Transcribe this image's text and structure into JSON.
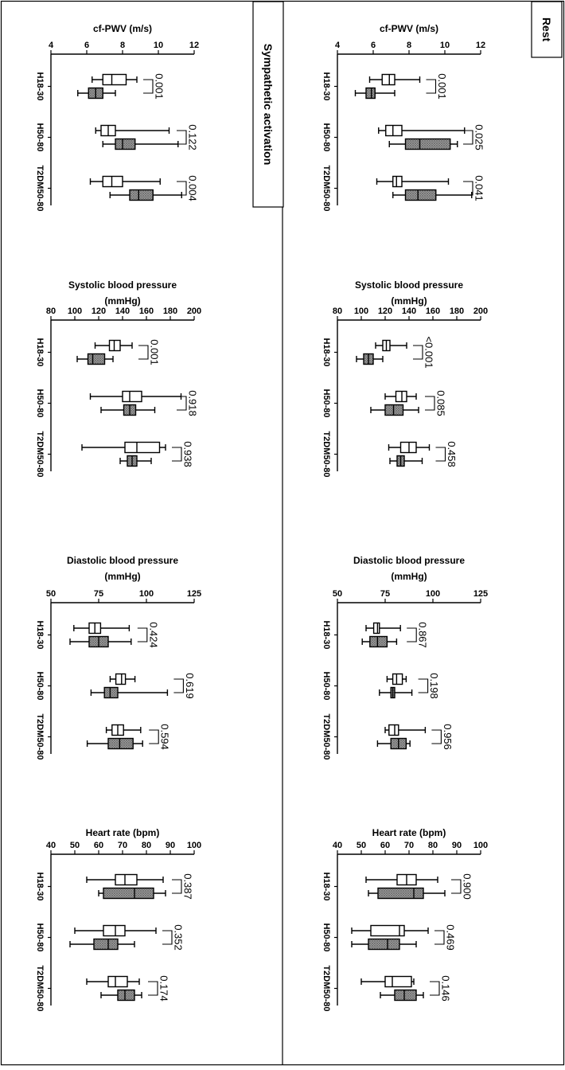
{
  "patterns": {
    "box_fill_light": "#ffffff",
    "box_fill_hatched": "#b0b0b0",
    "line_color": "#000000"
  },
  "chart_data": [
    {
      "type": "box",
      "group": "Rest",
      "title": "cf-PWV (m/s)",
      "ylim": [
        4,
        12
      ],
      "ticks": [
        "4",
        "6",
        "8",
        "10",
        "12"
      ],
      "categories": [
        "H18-30",
        "H50-80",
        "T2DM50-80"
      ],
      "boxes": [
        [
          {
            "min": 5.8,
            "q1": 6.5,
            "median": 6.9,
            "q3": 7.2,
            "max": 8.6,
            "fill": "light"
          },
          {
            "min": 5.0,
            "q1": 5.6,
            "median": 5.9,
            "q3": 6.1,
            "max": 7.2,
            "fill": "hatched"
          }
        ],
        [
          {
            "min": 6.3,
            "q1": 6.7,
            "median": 7.1,
            "q3": 7.6,
            "max": 11.1,
            "fill": "light"
          },
          {
            "min": 6.9,
            "q1": 7.8,
            "median": 8.6,
            "q3": 10.3,
            "max": 10.7,
            "fill": "hatched"
          }
        ],
        [
          {
            "min": 6.2,
            "q1": 7.1,
            "median": 7.3,
            "q3": 7.6,
            "max": 10.2,
            "fill": "light"
          },
          {
            "min": 7.1,
            "q1": 7.8,
            "median": 8.5,
            "q3": 9.5,
            "max": 11.5,
            "fill": "hatched"
          }
        ]
      ],
      "pvalues": [
        "0.001",
        "0.025",
        "0.041"
      ]
    },
    {
      "type": "box",
      "group": "Rest",
      "title": "Systolic blood pressure (mmHg)",
      "ylim": [
        80,
        200
      ],
      "ticks": [
        "80",
        "100",
        "120",
        "140",
        "160",
        "180",
        "200"
      ],
      "categories": [
        "H18-30",
        "H50-80",
        "T2DM50-80"
      ],
      "boxes": [
        [
          {
            "min": 112,
            "q1": 118,
            "median": 121,
            "q3": 124,
            "max": 138,
            "fill": "light"
          },
          {
            "min": 96,
            "q1": 102,
            "median": 106,
            "q3": 110,
            "max": 118,
            "fill": "hatched"
          }
        ],
        [
          {
            "min": 120,
            "q1": 129,
            "median": 134,
            "q3": 138,
            "max": 146,
            "fill": "light"
          },
          {
            "min": 108,
            "q1": 120,
            "median": 127,
            "q3": 135,
            "max": 148,
            "fill": "hatched"
          }
        ],
        [
          {
            "min": 123,
            "q1": 133,
            "median": 140,
            "q3": 146,
            "max": 157,
            "fill": "light"
          },
          {
            "min": 124,
            "q1": 130,
            "median": 133,
            "q3": 136,
            "max": 151,
            "fill": "hatched"
          }
        ]
      ],
      "pvalues": [
        "<0.001",
        "0.085",
        "0.458"
      ]
    },
    {
      "type": "box",
      "group": "Rest",
      "title": "Diastolic blood pressure (mmHg)",
      "ylim": [
        50,
        125
      ],
      "ticks": [
        "50",
        "75",
        "100",
        "125"
      ],
      "categories": [
        "H18-30",
        "H50-80",
        "T2DM50-80"
      ],
      "boxes": [
        [
          {
            "min": 65,
            "q1": 69,
            "median": 71,
            "q3": 72,
            "max": 83,
            "fill": "light"
          },
          {
            "min": 63,
            "q1": 67,
            "median": 71,
            "q3": 76,
            "max": 81,
            "fill": "hatched"
          }
        ],
        [
          {
            "min": 76,
            "q1": 79,
            "median": 81,
            "q3": 84,
            "max": 86,
            "fill": "light"
          },
          {
            "min": 72,
            "q1": 78,
            "median": 79,
            "q3": 80,
            "max": 89,
            "fill": "hatched"
          }
        ],
        [
          {
            "min": 75,
            "q1": 77,
            "median": 80,
            "q3": 82,
            "max": 96,
            "fill": "light"
          },
          {
            "min": 71,
            "q1": 78,
            "median": 82,
            "q3": 86,
            "max": 88,
            "fill": "hatched"
          }
        ]
      ],
      "pvalues": [
        "0.867",
        "0.198",
        "0.956"
      ]
    },
    {
      "type": "box",
      "group": "Rest",
      "title": "Heart rate (bpm)",
      "ylim": [
        40,
        100
      ],
      "ticks": [
        "40",
        "50",
        "60",
        "70",
        "80",
        "90",
        "100"
      ],
      "categories": [
        "H18-30",
        "H50-80",
        "T2DM50-80"
      ],
      "boxes": [
        [
          {
            "min": 52,
            "q1": 65,
            "median": 69,
            "q3": 73,
            "max": 82,
            "fill": "light"
          },
          {
            "min": 53,
            "q1": 57,
            "median": 72,
            "q3": 76,
            "max": 85,
            "fill": "hatched"
          }
        ],
        [
          {
            "min": 46,
            "q1": 54,
            "median": 66,
            "q3": 68,
            "max": 78,
            "fill": "light"
          },
          {
            "min": 46,
            "q1": 53,
            "median": 61,
            "q3": 66,
            "max": 73,
            "fill": "hatched"
          }
        ],
        [
          {
            "min": 50,
            "q1": 60,
            "median": 63,
            "q3": 71,
            "max": 72,
            "fill": "light"
          },
          {
            "min": 58,
            "q1": 64,
            "median": 68,
            "q3": 73,
            "max": 76,
            "fill": "hatched"
          }
        ]
      ],
      "pvalues": [
        "0.900",
        "0.469",
        "0.146"
      ]
    },
    {
      "type": "box",
      "group": "Sympathetic activation",
      "title": "cf-PWV (m/s)",
      "ylim": [
        4,
        12
      ],
      "ticks": [
        "4",
        "6",
        "8",
        "10",
        "12"
      ],
      "categories": [
        "H18-30",
        "H50-80",
        "T2DM50-80"
      ],
      "boxes": [
        [
          {
            "min": 6.3,
            "q1": 6.9,
            "median": 7.4,
            "q3": 8.2,
            "max": 8.8,
            "fill": "light"
          },
          {
            "min": 5.5,
            "q1": 6.1,
            "median": 6.5,
            "q3": 6.9,
            "max": 7.6,
            "fill": "hatched"
          }
        ],
        [
          {
            "min": 6.5,
            "q1": 6.8,
            "median": 7.2,
            "q3": 7.6,
            "max": 10.6,
            "fill": "light"
          },
          {
            "min": 6.9,
            "q1": 7.6,
            "median": 8.0,
            "q3": 8.7,
            "max": 11.1,
            "fill": "hatched"
          }
        ],
        [
          {
            "min": 6.2,
            "q1": 6.9,
            "median": 7.4,
            "q3": 8.0,
            "max": 10.1,
            "fill": "light"
          },
          {
            "min": 7.3,
            "q1": 8.4,
            "median": 8.9,
            "q3": 9.7,
            "max": 11.3,
            "fill": "hatched"
          }
        ]
      ],
      "pvalues": [
        "0.001",
        "0.122",
        "0.004"
      ]
    },
    {
      "type": "box",
      "group": "Sympathetic activation",
      "title": "Systolic blood pressure (mmHg)",
      "ylim": [
        80,
        200
      ],
      "ticks": [
        "80",
        "100",
        "120",
        "140",
        "160",
        "180",
        "200"
      ],
      "categories": [
        "H18-30",
        "H50-80",
        "T2DM50-80"
      ],
      "boxes": [
        [
          {
            "min": 117,
            "q1": 129,
            "median": 133,
            "q3": 138,
            "max": 148,
            "fill": "light"
          },
          {
            "min": 102,
            "q1": 111,
            "median": 115,
            "q3": 125,
            "max": 132,
            "fill": "hatched"
          }
        ],
        [
          {
            "min": 113,
            "q1": 140,
            "median": 146,
            "q3": 156,
            "max": 189,
            "fill": "light"
          },
          {
            "min": 122,
            "q1": 141,
            "median": 146,
            "q3": 151,
            "max": 167,
            "fill": "hatched"
          }
        ],
        [
          {
            "min": 106,
            "q1": 142,
            "median": 152,
            "q3": 171,
            "max": 176,
            "fill": "light"
          },
          {
            "min": 138,
            "q1": 144,
            "median": 148,
            "q3": 152,
            "max": 164,
            "fill": "hatched"
          }
        ]
      ],
      "pvalues": [
        "0.001",
        "0.918",
        "0.938"
      ]
    },
    {
      "type": "box",
      "group": "Sympathetic activation",
      "title": "Diastolic blood pressure (mmHg)",
      "ylim": [
        50,
        125
      ],
      "ticks": [
        "50",
        "75",
        "100",
        "125"
      ],
      "categories": [
        "H18-30",
        "H50-80",
        "T2DM50-80"
      ],
      "boxes": [
        [
          {
            "min": 62,
            "q1": 70,
            "median": 73,
            "q3": 76,
            "max": 91,
            "fill": "light"
          },
          {
            "min": 60,
            "q1": 70,
            "median": 75,
            "q3": 80,
            "max": 92,
            "fill": "hatched"
          }
        ],
        [
          {
            "min": 81,
            "q1": 84,
            "median": 87,
            "q3": 89,
            "max": 94,
            "fill": "light"
          },
          {
            "min": 71,
            "q1": 78,
            "median": 81,
            "q3": 85,
            "max": 111,
            "fill": "hatched"
          }
        ],
        [
          {
            "min": 79,
            "q1": 82,
            "median": 85,
            "q3": 88,
            "max": 97,
            "fill": "light"
          },
          {
            "min": 69,
            "q1": 80,
            "median": 86,
            "q3": 93,
            "max": 98,
            "fill": "hatched"
          }
        ]
      ],
      "pvalues": [
        "0.424",
        "0.619",
        "0.594"
      ]
    },
    {
      "type": "box",
      "group": "Sympathetic activation",
      "title": "Heart rate (bpm)",
      "ylim": [
        40,
        100
      ],
      "ticks": [
        "40",
        "50",
        "60",
        "70",
        "80",
        "90",
        "100"
      ],
      "categories": [
        "H18-30",
        "H50-80",
        "T2DM50-80"
      ],
      "boxes": [
        [
          {
            "min": 55,
            "q1": 67,
            "median": 71,
            "q3": 76,
            "max": 87,
            "fill": "light"
          },
          {
            "min": 60,
            "q1": 62,
            "median": 75,
            "q3": 83,
            "max": 88,
            "fill": "hatched"
          }
        ],
        [
          {
            "min": 50,
            "q1": 62,
            "median": 67,
            "q3": 71,
            "max": 84,
            "fill": "light"
          },
          {
            "min": 48,
            "q1": 58,
            "median": 64,
            "q3": 68,
            "max": 75,
            "fill": "hatched"
          }
        ],
        [
          {
            "min": 55,
            "q1": 64,
            "median": 67,
            "q3": 72,
            "max": 77,
            "fill": "light"
          },
          {
            "min": 61,
            "q1": 68,
            "median": 71,
            "q3": 75,
            "max": 78,
            "fill": "hatched"
          }
        ]
      ],
      "pvalues": [
        "0.387",
        "0.352",
        "0.174"
      ]
    }
  ]
}
